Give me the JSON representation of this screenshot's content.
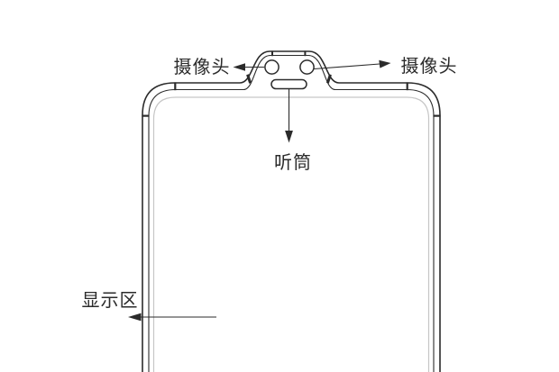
{
  "diagram": {
    "labels": {
      "camera_left": "摄像头",
      "camera_right": "摄像头",
      "earpiece": "听筒",
      "display_area": "显示区"
    },
    "colors": {
      "line": "#2b2b2b",
      "screen_edge": "#c6c6c6",
      "background": "#ffffff"
    }
  }
}
